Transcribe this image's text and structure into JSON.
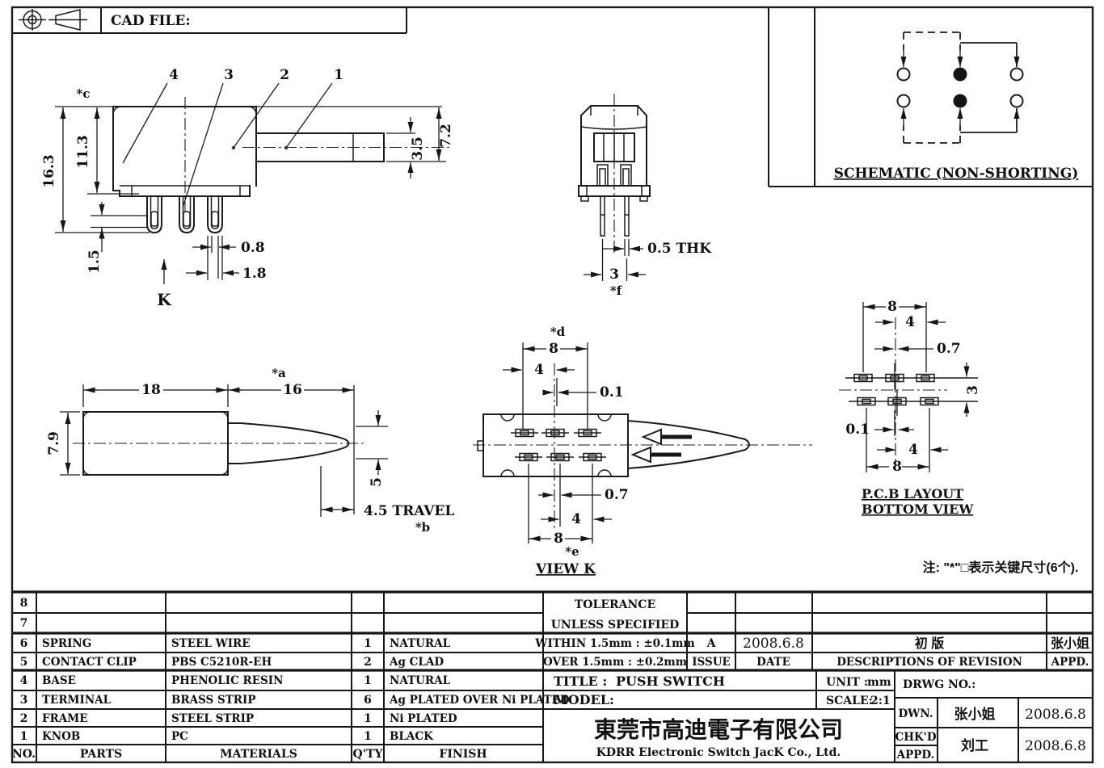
{
  "header": {
    "cad_file": "CAD FILE:"
  },
  "views": {
    "side": {
      "leader_1": "1",
      "leader_2": "2",
      "leader_3": "3",
      "leader_4": "4",
      "dim_star_c": "*c",
      "dim_total_height": "16.3",
      "dim_body_height": "11.3",
      "dim_1_5": "1.5",
      "dim_0_8": "0.8",
      "dim_1_8": "1.8",
      "dim_3_5": "3.5",
      "dim_7_2": "7.2",
      "view_arrow": "K"
    },
    "front": {
      "dim_thk": "0.5 THK",
      "dim_3": "3",
      "dim_star_f": "*f"
    },
    "schematic": {
      "title": "SCHEMATIC (NON-SHORTING)"
    },
    "top": {
      "dim_18": "18",
      "dim_16": "16",
      "dim_star_a": "*a",
      "dim_7_9": "7.9",
      "dim_5": "5",
      "dim_travel": "4.5 TRAVEL",
      "dim_star_b": "*b"
    },
    "view_k": {
      "dim_star_d": "*d",
      "dim_8_top": "8",
      "dim_4_top": "4",
      "dim_0_1": "0.1",
      "dim_0_7": "0.7",
      "dim_4_bottom": "4",
      "dim_8_bottom": "8",
      "dim_star_e": "*e",
      "title": "VIEW K"
    },
    "pcb": {
      "dim_8_top": "8",
      "dim_4_top": "4",
      "dim_0_7": "0.7",
      "dim_3": "3",
      "dim_0_1": "0.1",
      "dim_4_bottom": "4",
      "dim_8_bottom": "8",
      "title_line1": "P.C.B LAYOUT",
      "title_line2": "BOTTOM VIEW"
    },
    "note": "注: \"*\"□表示关键尺寸(6个)."
  },
  "parts_table": {
    "headers": {
      "no": "NO.",
      "parts": "PARTS",
      "materials": "MATERIALS",
      "qty": "Q'TY",
      "finish": "FINISH"
    },
    "rows": [
      {
        "no": "8",
        "part": "",
        "material": "",
        "qty": "",
        "finish": ""
      },
      {
        "no": "7",
        "part": "",
        "material": "",
        "qty": "",
        "finish": ""
      },
      {
        "no": "6",
        "part": "SPRING",
        "material": "STEEL WIRE",
        "qty": "1",
        "finish": "NATURAL"
      },
      {
        "no": "5",
        "part": "CONTACT CLIP",
        "material": "PBS C5210R-EH",
        "qty": "2",
        "finish": "Ag CLAD"
      },
      {
        "no": "4",
        "part": "BASE",
        "material": "PHENOLIC RESIN",
        "qty": "1",
        "finish": "NATURAL"
      },
      {
        "no": "3",
        "part": "TERMINAL",
        "material": "BRASS STRIP",
        "qty": "6",
        "finish": "Ag PLATED OVER Ni PLATED"
      },
      {
        "no": "2",
        "part": "FRAME",
        "material": "STEEL STRIP",
        "qty": "1",
        "finish": "Ni PLATED"
      },
      {
        "no": "1",
        "part": "KNOB",
        "material": "PC",
        "qty": "1",
        "finish": "BLACK"
      }
    ]
  },
  "title_block": {
    "tolerance": {
      "line1": "TOLERANCE",
      "line2": "UNLESS SPECIFIED",
      "within": "WITHIN 1.5mm : ±0.1mm",
      "over": "OVER 1.5mm : ±0.2mm"
    },
    "revision": {
      "issue_value": "A",
      "date_value": "2008.6.8",
      "description_value": "初 版",
      "appd_value": "张小姐",
      "issue_label": "ISSUE",
      "date_label": "DATE",
      "description_label": "DESCRIPTIONS OF REVISION",
      "appd_label": "APPD."
    },
    "title_label": "TITLE :",
    "title_value": "PUSH SWITCH",
    "model_label": "MODEL:",
    "unit_label": "UNIT :",
    "unit_value": "mm",
    "scale_label": "SCALE:",
    "scale_value": "2:1",
    "drwg_label": "DRWG NO.:",
    "company_cn": "東莞市高迪電子有限公司",
    "company_en": "KDRR Electronic Switch JacK Co., Ltd.",
    "signoff": {
      "dwn_label": "DWN.",
      "dwn_name": "张小姐",
      "dwn_date": "2008.6.8",
      "chkd_label": "CHK'D",
      "appd_label": "APPD.",
      "chk_name": "刘工",
      "chk_date": "2008.6.8"
    }
  }
}
